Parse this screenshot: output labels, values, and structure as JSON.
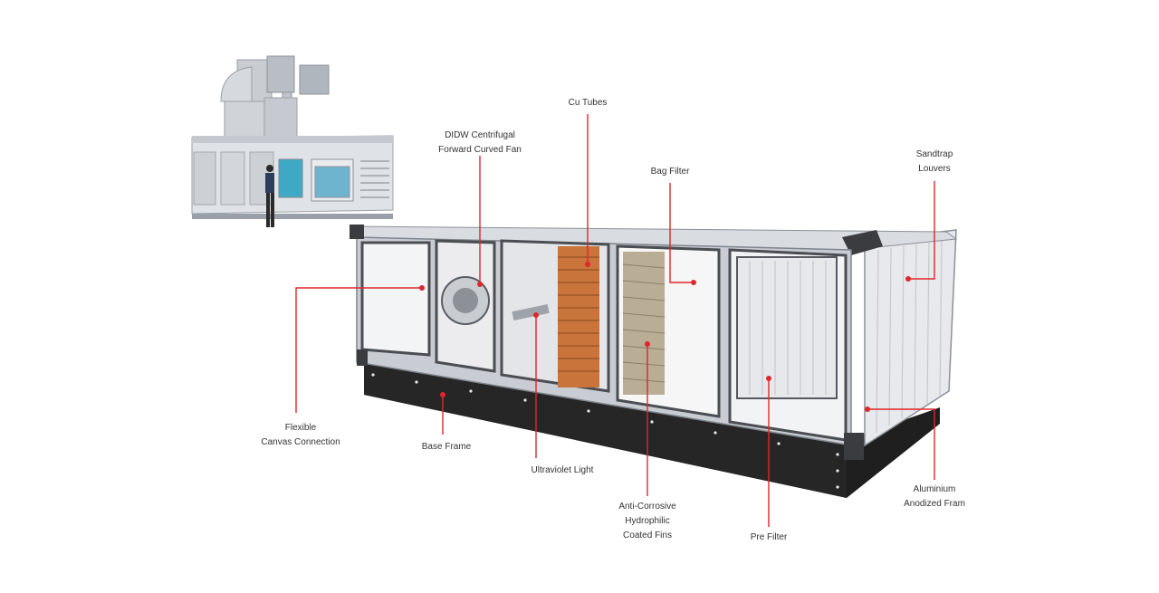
{
  "colors": {
    "callout": "#e0262b",
    "frame_aluminium": "#cfd3d8",
    "panel_dark": "#2d2f33",
    "copper": "#c8743a",
    "base": "#222222"
  },
  "labels": {
    "cu_tubes": [
      "Cu Tubes"
    ],
    "didw_fan": [
      "DIDW Centrifugal",
      "Forward Curved Fan"
    ],
    "bag_filter": [
      "Bag Filter"
    ],
    "sandtrap_louvers": [
      "Sandtrap",
      "Louvers"
    ],
    "flexible_canvas": [
      "Flexible",
      "Canvas Connection"
    ],
    "base_frame": [
      "Base Frame"
    ],
    "ultraviolet_light": [
      "Ultraviolet Light"
    ],
    "anti_corrosive": [
      "Anti-Corrosive",
      "Hydrophilic",
      "Coated Fins"
    ],
    "pre_filter": [
      "Pre Filter"
    ],
    "aluminium_frame": [
      "Aluminium",
      "Anodized Fram"
    ]
  },
  "icons": {
    "inset_photo": "installed-ahu-unit-icon",
    "main_unit": "air-handling-unit-cutaway-icon"
  }
}
